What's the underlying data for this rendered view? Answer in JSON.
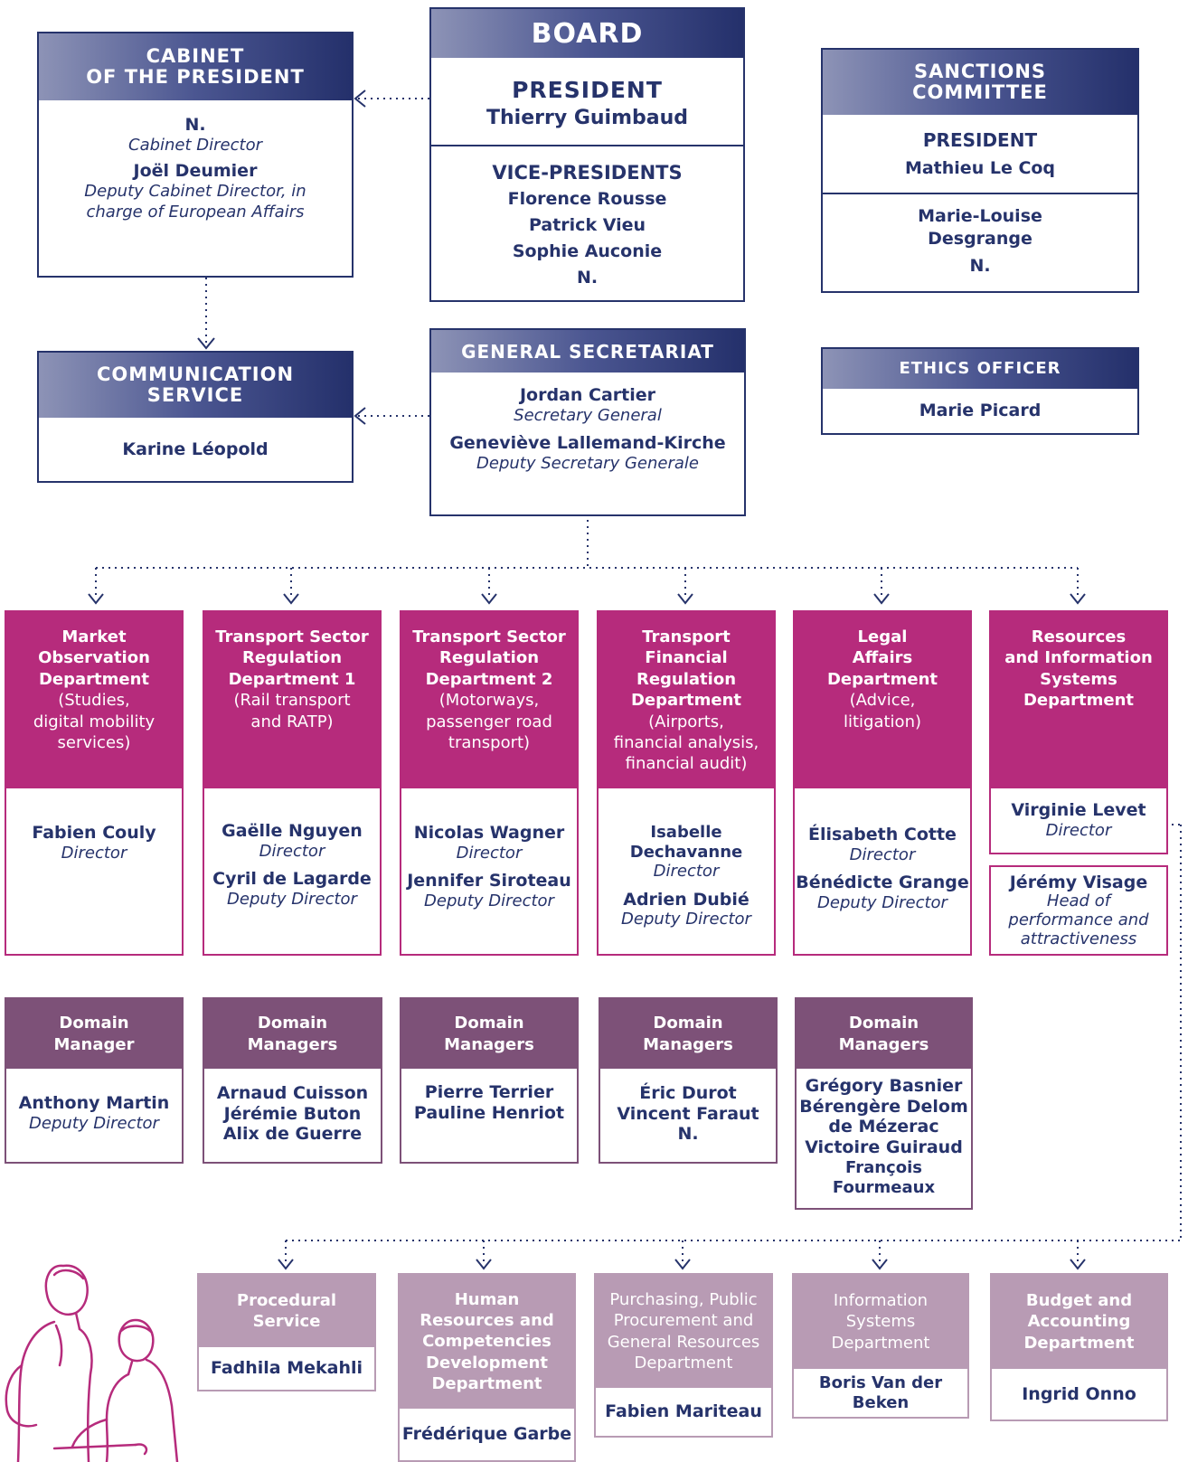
{
  "board": {
    "title": "BOARD",
    "president_label": "PRESIDENT",
    "president_name": "Thierry Guimbaud",
    "vp_label": "VICE-PRESIDENTS",
    "vps": [
      "Florence Rousse",
      "Patrick Vieu",
      "Sophie Auconie",
      "N."
    ]
  },
  "cabinet": {
    "title_line1": "CABINET",
    "title_line2": "OF THE PRESIDENT",
    "member1_name": "N.",
    "member1_role": "Cabinet Director",
    "member2_name": "Joël Deumier",
    "member2_role_line1": "Deputy Cabinet Director, in",
    "member2_role_line2": "charge of European Affairs"
  },
  "sanctions": {
    "title_line1": "SANCTIONS",
    "title_line2": "COMMITTEE",
    "president_label": "PRESIDENT",
    "president_name": "Mathieu Le Coq",
    "member1_line1": "Marie-Louise",
    "member1_line2": "Desgrange",
    "member2": "N."
  },
  "communication": {
    "title_line1": "COMMUNICATION",
    "title_line2": "SERVICE",
    "name": "Karine Léopold"
  },
  "general_secretariat": {
    "title": "GENERAL SECRETARIAT",
    "member1_name": "Jordan Cartier",
    "member1_role": "Secretary General",
    "member2_name": "Geneviève Lallemand-Kirche",
    "member2_role": "Deputy Secretary Generale"
  },
  "ethics": {
    "title": "ETHICS OFFICER",
    "name": "Marie Picard"
  },
  "departments": [
    {
      "title": [
        "Market",
        "Observation",
        "Department"
      ],
      "subtitle": [
        "(Studies,",
        "digital mobility",
        "services)"
      ],
      "people": [
        {
          "name": "Fabien Couly",
          "role": "Director"
        }
      ]
    },
    {
      "title": [
        "Transport Sector",
        "Regulation",
        "Department 1"
      ],
      "subtitle": [
        "(Rail transport",
        "and RATP)"
      ],
      "people": [
        {
          "name": "Gaëlle Nguyen",
          "role": "Director"
        },
        {
          "name": "Cyril de Lagarde",
          "role": "Deputy Director"
        }
      ]
    },
    {
      "title": [
        "Transport Sector",
        "Regulation",
        "Department 2"
      ],
      "subtitle": [
        "(Motorways,",
        "passenger road",
        "transport)"
      ],
      "people": [
        {
          "name": "Nicolas Wagner",
          "role": "Director"
        },
        {
          "name": "Jennifer Siroteau",
          "role": "Deputy Director"
        }
      ]
    },
    {
      "title": [
        "Transport",
        "Financial",
        "Regulation",
        "Department"
      ],
      "subtitle": [
        "(Airports,",
        "financial analysis,",
        "financial audit)"
      ],
      "people": [
        {
          "name": "Isabelle Dechavanne",
          "role": "Director"
        },
        {
          "name": "Adrien Dubié",
          "role": "Deputy Director"
        }
      ]
    },
    {
      "title": [
        "Legal",
        "Affairs",
        "Department"
      ],
      "subtitle": [
        "(Advice,",
        "litigation)"
      ],
      "people": [
        {
          "name": "Élisabeth Cotte",
          "role": "Director"
        },
        {
          "name": "Bénédicte Grange",
          "role": "Deputy Director"
        }
      ]
    },
    {
      "title": [
        "Resources",
        "and Information",
        "Systems",
        "Department"
      ],
      "subtitle": [],
      "people": [
        {
          "name": "Virginie Levet",
          "role": "Director"
        }
      ]
    }
  ],
  "resources_extra": {
    "name": "Jérémy Visage",
    "role": [
      "Head of",
      "performance and",
      "attractiveness"
    ]
  },
  "domain_managers": [
    {
      "title": [
        "Domain",
        "Manager"
      ],
      "names": [
        "Anthony Martin"
      ],
      "role": "Deputy Director"
    },
    {
      "title": [
        "Domain",
        "Managers"
      ],
      "names": [
        "Arnaud Cuisson",
        "Jérémie Buton",
        "Alix de Guerre"
      ],
      "role": ""
    },
    {
      "title": [
        "Domain",
        "Managers"
      ],
      "names": [
        "Pierre Terrier",
        "Pauline Henriot"
      ],
      "role": ""
    },
    {
      "title": [
        "Domain",
        "Managers"
      ],
      "names": [
        "Éric Durot",
        "Vincent Faraut",
        "N."
      ],
      "role": ""
    },
    {
      "title": [
        "Domain",
        "Managers"
      ],
      "names": [
        "Grégory Basnier",
        "Bérengère Delom",
        "de Mézerac",
        "Victoire Guiraud",
        "François Fourmeaux"
      ],
      "role": ""
    }
  ],
  "services": [
    {
      "title": [
        "Procedural",
        "Service"
      ],
      "name": "Fadhila Mekahli"
    },
    {
      "title": [
        "Human",
        "Resources and",
        "Competencies",
        "Development",
        "Department"
      ],
      "name": "Frédérique Garbe"
    },
    {
      "title": [
        "Purchasing, Public",
        "Procurement and",
        "General Resources",
        "Department"
      ],
      "name": "Fabien Mariteau"
    },
    {
      "title": [
        "Information",
        "Systems",
        "Department"
      ],
      "name": "Boris Van der Beken"
    },
    {
      "title": [
        "Budget and",
        "Accounting",
        "Department"
      ],
      "name": "Ingrid Onno"
    }
  ],
  "colors": {
    "navy": "#26336b",
    "magenta": "#b62b7c",
    "plum": "#7d5178",
    "mauve": "#b89bb4"
  }
}
